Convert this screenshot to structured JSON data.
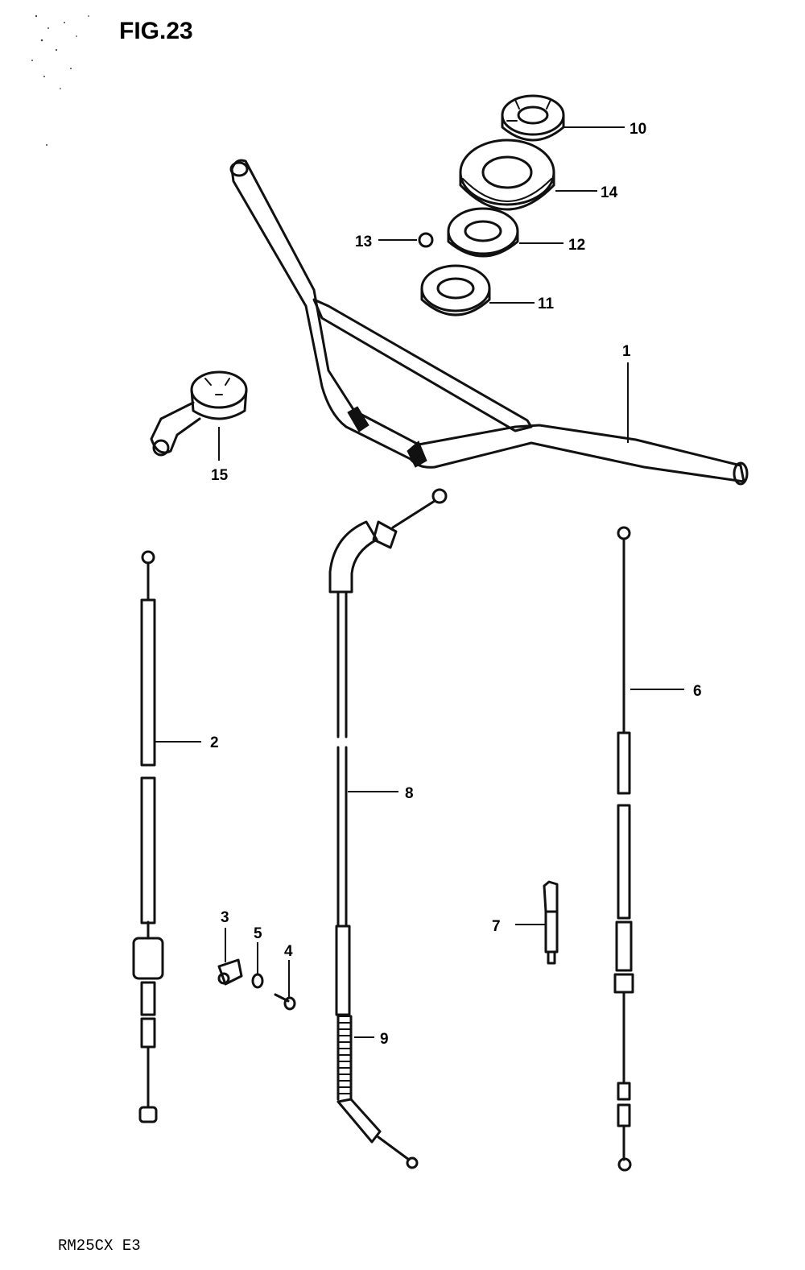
{
  "figure": {
    "title": "FIG.23",
    "model_code": "RM25CX  E3"
  },
  "callouts": [
    {
      "id": "1",
      "label": "1"
    },
    {
      "id": "2",
      "label": "2"
    },
    {
      "id": "3",
      "label": "3"
    },
    {
      "id": "4",
      "label": "4"
    },
    {
      "id": "5",
      "label": "5"
    },
    {
      "id": "6",
      "label": "6"
    },
    {
      "id": "7",
      "label": "7"
    },
    {
      "id": "8",
      "label": "8"
    },
    {
      "id": "9",
      "label": "9"
    },
    {
      "id": "10",
      "label": "10"
    },
    {
      "id": "11",
      "label": "11"
    },
    {
      "id": "12",
      "label": "12"
    },
    {
      "id": "13",
      "label": "13"
    },
    {
      "id": "14",
      "label": "14"
    },
    {
      "id": "15",
      "label": "15"
    }
  ]
}
